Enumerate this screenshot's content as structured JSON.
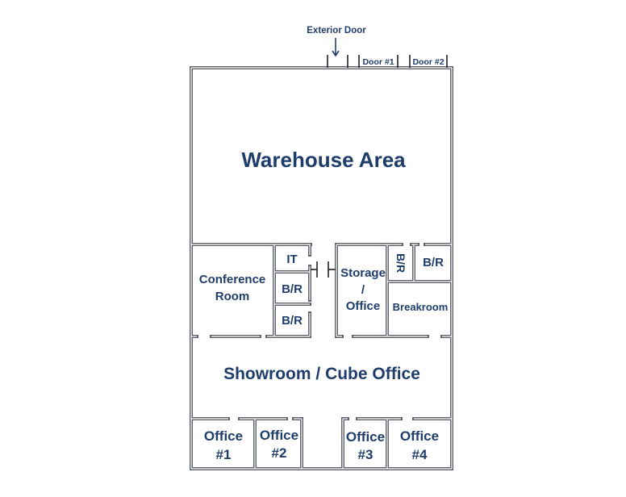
{
  "labels": {
    "exterior_door": "Exterior Door",
    "door_1": "Door #1",
    "door_2": "Door #2",
    "warehouse": "Warehouse Area",
    "conference_line1": "Conference",
    "conference_line2": "Room",
    "it": "IT",
    "br_1": "B/R",
    "br_2": "B/R",
    "storage_line1": "Storage",
    "storage_line2": "/",
    "storage_line3": "Office",
    "br_3": "B/R",
    "br_4": "B/R",
    "breakroom": "Breakroom",
    "showroom": "Showroom / Cube Office",
    "office1_line1": "Office",
    "office1_line2": "#1",
    "office2_line1": "Office",
    "office2_line2": "#2",
    "office3_line1": "Office",
    "office3_line2": "#3",
    "office4_line1": "Office",
    "office4_line2": "#4"
  },
  "colors": {
    "label": "#1f3d6b",
    "wall": "#5d616b"
  }
}
